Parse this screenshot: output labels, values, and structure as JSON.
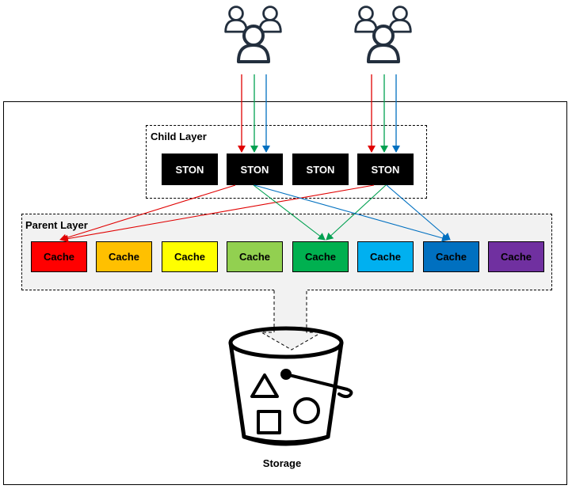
{
  "child_layer": {
    "label": "Child Layer",
    "nodes": [
      "STON",
      "STON",
      "STON",
      "STON"
    ]
  },
  "parent_layer": {
    "label": "Parent Layer",
    "caches": [
      {
        "label": "Cache",
        "color": "#ff0000"
      },
      {
        "label": "Cache",
        "color": "#ffc000"
      },
      {
        "label": "Cache",
        "color": "#ffff00"
      },
      {
        "label": "Cache",
        "color": "#92d050"
      },
      {
        "label": "Cache",
        "color": "#00b050"
      },
      {
        "label": "Cache",
        "color": "#00b0f0"
      },
      {
        "label": "Cache",
        "color": "#0070c0"
      },
      {
        "label": "Cache",
        "color": "#7030a0"
      }
    ]
  },
  "storage": {
    "label": "Storage",
    "icon": "bucket-icon"
  },
  "users": {
    "icon": "user-group-icon"
  },
  "arrow_colors": {
    "red": "#e00000",
    "green": "#00a050",
    "blue": "#0070c0"
  }
}
